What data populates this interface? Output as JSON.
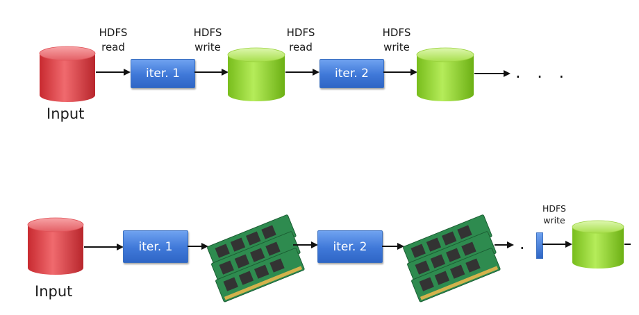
{
  "top_row": {
    "labels": [
      {
        "line1": "HDFS",
        "line2": "read"
      },
      {
        "line1": "HDFS",
        "line2": "write"
      },
      {
        "line1": "HDFS",
        "line2": "read"
      },
      {
        "line1": "HDFS",
        "line2": "write"
      }
    ],
    "iter1": "iter. 1",
    "iter2": "iter. 2",
    "input": "Input",
    "ellipsis": ". . ."
  },
  "bottom_row": {
    "iter1": "iter. 1",
    "iter2": "iter. 2",
    "input": "Input",
    "ellipsis": ".",
    "hdfs": {
      "line1": "HDFS",
      "line2": "write"
    }
  },
  "colors": {
    "input_cylinder": "#d9363c",
    "hdfs_cylinder": "#8fd42a",
    "iter_box": "#3f78d8",
    "ram_board": "#2f8f4f"
  }
}
